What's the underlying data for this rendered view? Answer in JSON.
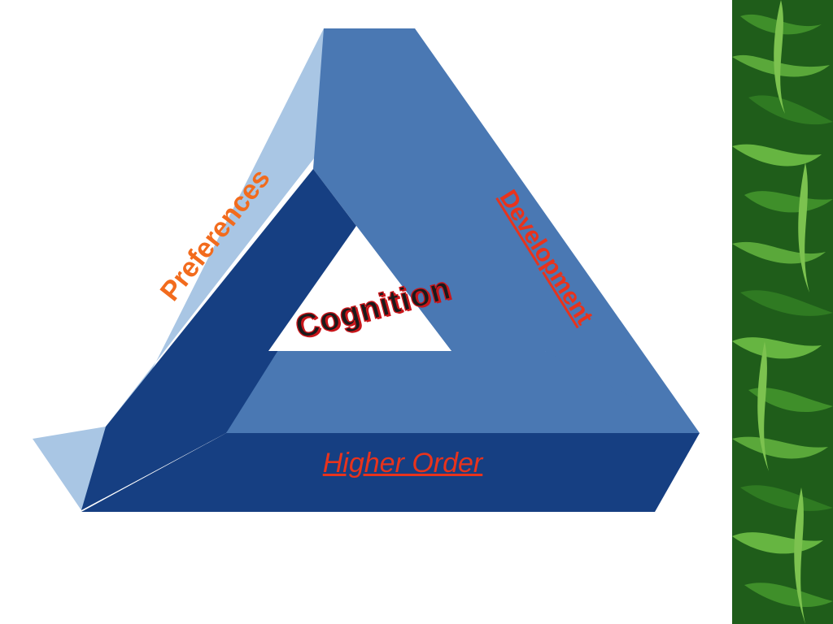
{
  "diagram": {
    "labels": {
      "preferences": "Preferences",
      "development": "Development",
      "cognition": "Cognition",
      "higher_order": "Higher Order"
    },
    "colors": {
      "light_face": "#a9c6e4",
      "mid_face": "#4a78b3",
      "dark_face": "#163f82",
      "preferences_text": "#f26b1d",
      "development_text": "#e8331c",
      "higher_order_text": "#e8331c",
      "cognition_text": "#1a1a1a",
      "cognition_outline": "#c9161b"
    }
  },
  "decoration": {
    "right_strip": "bamboo-leaves-image"
  }
}
